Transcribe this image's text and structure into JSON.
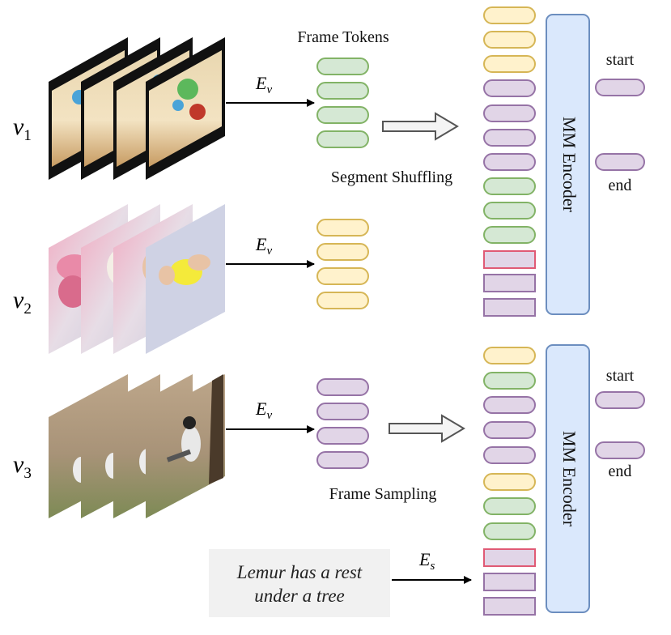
{
  "labels": {
    "frame_tokens": "Frame Tokens",
    "segment_shuffling": "Segment Shuffling",
    "frame_sampling": "Frame Sampling",
    "encoder_top": "MM Encoder",
    "encoder_bottom": "MM Encoder",
    "start_top": "start",
    "end_top": "end",
    "start_bottom": "start",
    "end_bottom": "end",
    "caption_line1": "Lemur has a rest",
    "caption_line2": "under a tree"
  },
  "videos": [
    {
      "name": "v",
      "subscript": "1",
      "encoder": "E",
      "encoder_sub": "v"
    },
    {
      "name": "v",
      "subscript": "2",
      "encoder": "E",
      "encoder_sub": "v"
    },
    {
      "name": "v",
      "subscript": "3",
      "encoder": "E",
      "encoder_sub": "v"
    }
  ],
  "sentence_encoder": {
    "symbol": "E",
    "sub": "s"
  },
  "colors": {
    "green_fill": "#d5e8d4",
    "green_stroke": "#82b366",
    "yellow_fill": "#fff2cc",
    "yellow_stroke": "#d6b656",
    "purple_fill": "#e1d5e7",
    "purple_stroke": "#9673a6",
    "red_stroke": "#e05a75",
    "encoder_fill": "#dae8fc",
    "encoder_stroke": "#6c8ebf"
  },
  "stacks": {
    "top": [
      "yellow",
      "yellow",
      "yellow",
      "purple",
      "purple",
      "purple",
      "purple",
      "green",
      "green",
      "green",
      "red-rect",
      "purple-rect",
      "purple-rect"
    ],
    "bottom": [
      "yellow",
      "green",
      "purple",
      "purple",
      "purple",
      "yellow",
      "green",
      "green",
      "red-rect",
      "purple-rect",
      "purple-rect"
    ]
  }
}
